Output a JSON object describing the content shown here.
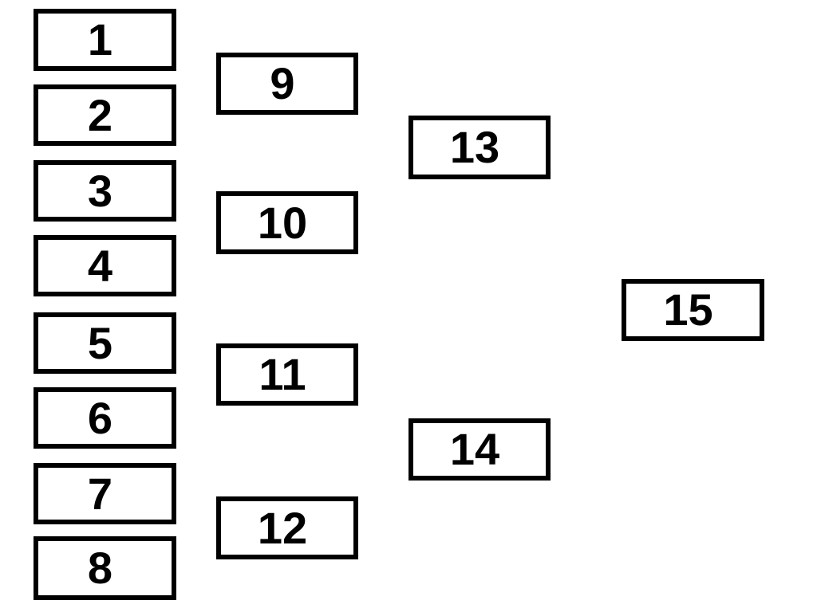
{
  "page": {
    "background_color": "#ffffff"
  },
  "bracket": {
    "type": "tournament-bracket",
    "box_border_color": "#000000",
    "box_fill_color": "#ffffff",
    "label_color": "#000000",
    "columns": [
      {
        "name": "round-1",
        "labels": [
          "1",
          "2",
          "3",
          "4",
          "5",
          "6",
          "7",
          "8"
        ]
      },
      {
        "name": "round-2",
        "labels": [
          "9",
          "10",
          "11",
          "12"
        ]
      },
      {
        "name": "round-3",
        "labels": [
          "13",
          "14"
        ]
      },
      {
        "name": "round-4",
        "labels": [
          "15"
        ]
      }
    ]
  }
}
